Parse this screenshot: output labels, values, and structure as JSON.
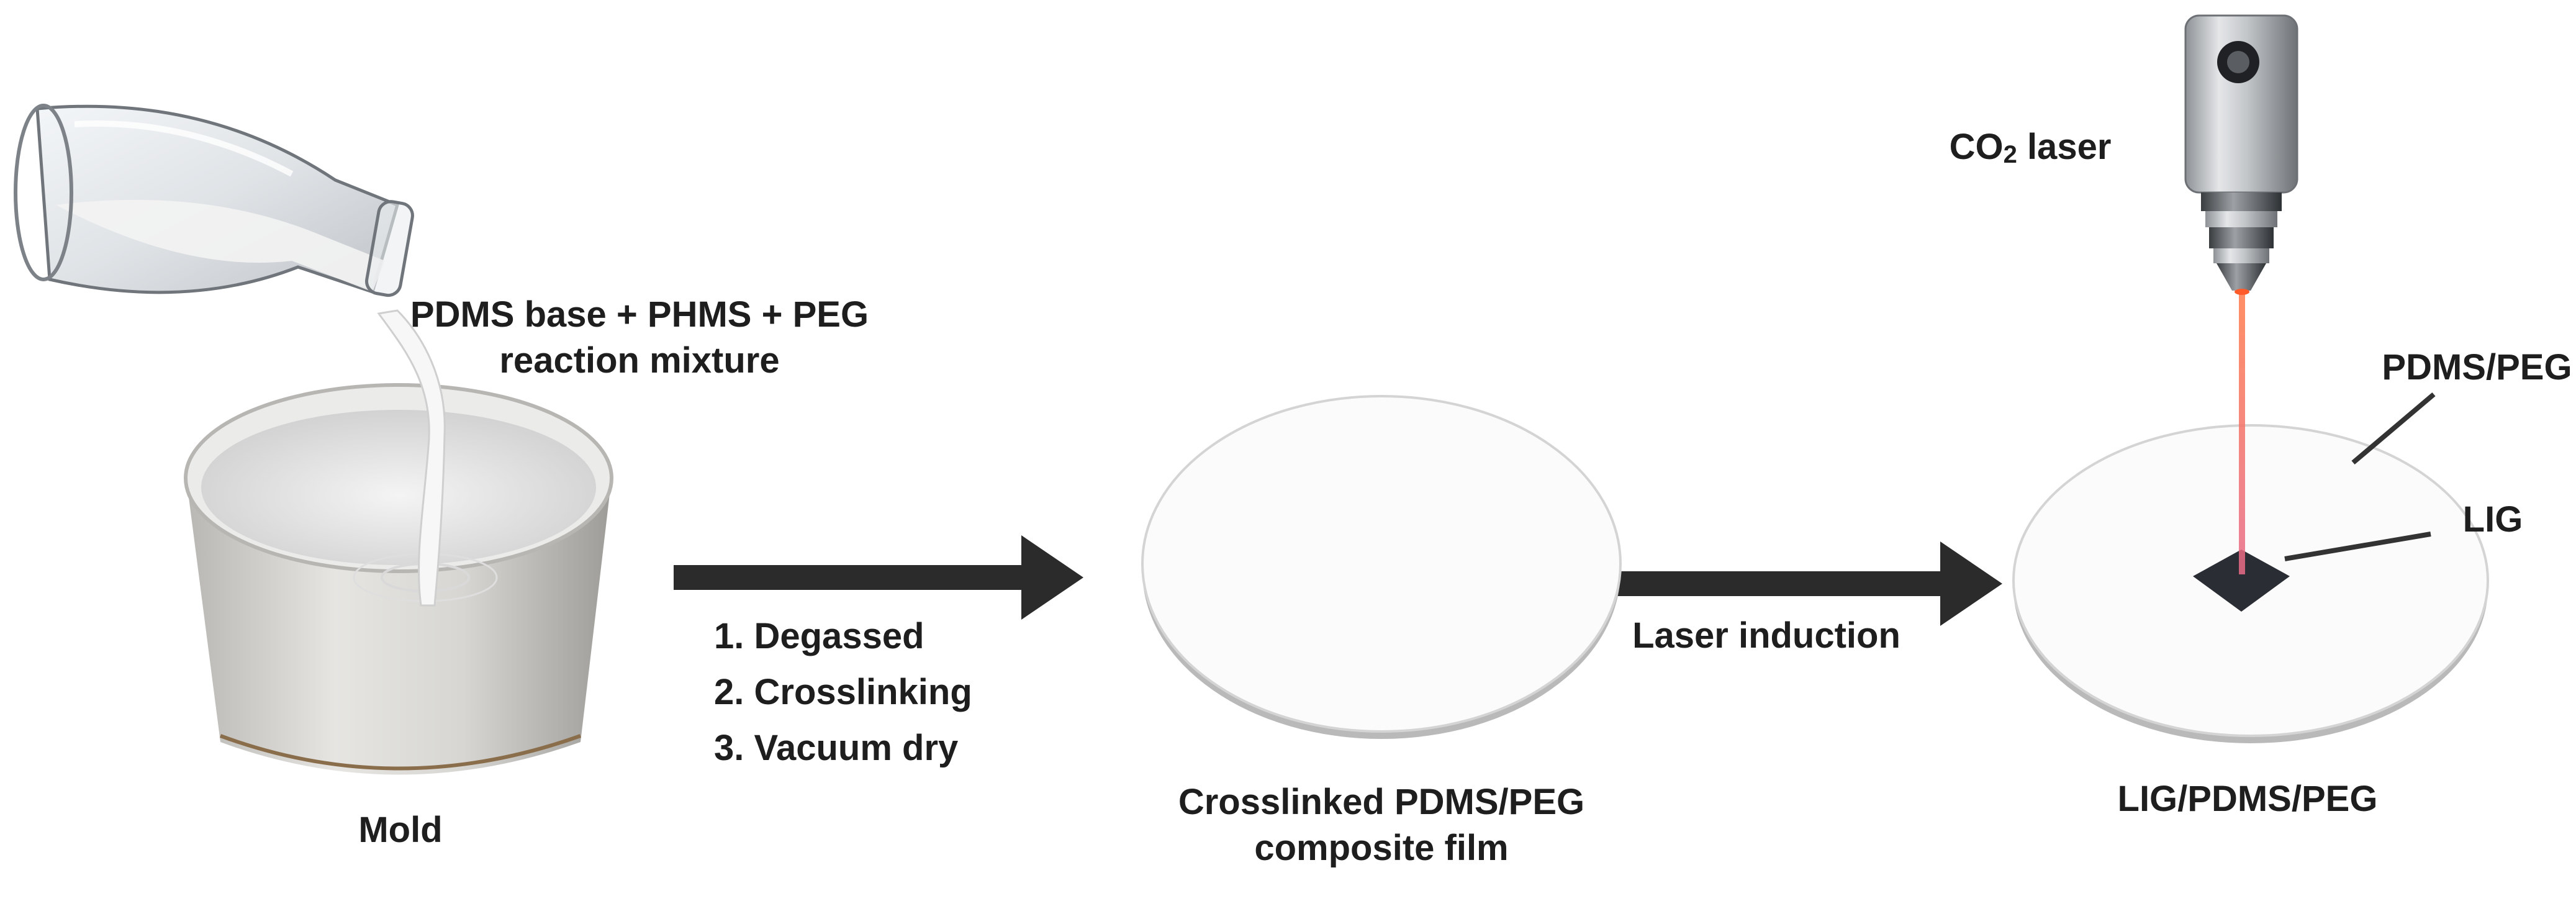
{
  "labels": {
    "mixture": [
      "PDMS base + PHMS + PEG",
      "reaction mixture"
    ],
    "mold": "Mold",
    "steps": [
      "1. Degassed",
      "2. Crosslinking",
      "3. Vacuum dry"
    ],
    "film": [
      "Crosslinked PDMS/PEG",
      "composite film"
    ],
    "laser_induction": "Laser induction",
    "laser": {
      "prefix": "CO",
      "subscript": "2",
      "suffix": " laser"
    },
    "pdms_peg": "PDMS/PEG",
    "lig": "LIG",
    "final": "LIG/PDMS/PEG"
  },
  "icons": {
    "flask": "erlenmeyer-flask-icon",
    "mold": "mold-dish-icon",
    "laser": "co2-laser-head-icon",
    "arrow": "right-arrow-icon"
  },
  "colors": {
    "arrow": "#2b2b2b",
    "text": "#1e1e1e",
    "beam": "#f06a7a",
    "lig": "#2a2d33"
  }
}
